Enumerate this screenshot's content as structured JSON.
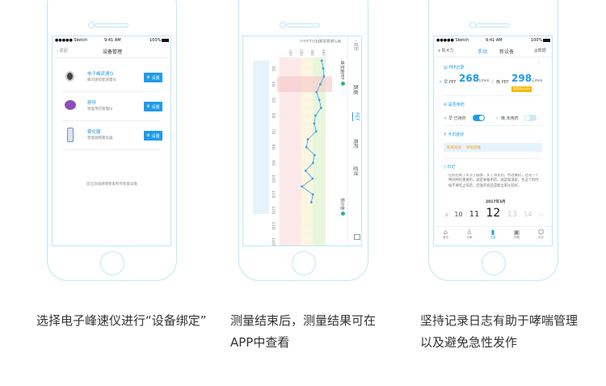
{
  "status_bar": {
    "carrier": "●●●●● Sketch",
    "time": "9:41 AM",
    "battery": "100%"
  },
  "screen1": {
    "back": "返回",
    "title": "设备管理",
    "devices": [
      {
        "name": "电子峰流速仪",
        "desc": "峰流速智能测量仪",
        "button": "设置",
        "icon": "peak-flow-meter",
        "color": "#444444"
      },
      {
        "name": "舒呼",
        "desc": "智能用药管理仪",
        "button": "设置",
        "icon": "inhaler-manager",
        "color": "#8a4fb8"
      },
      {
        "name": "雾化器",
        "desc": "智能微网雾化器",
        "button": "设置",
        "icon": "nebulizer",
        "color": "#7d8fb3"
      }
    ],
    "footer": "您已添加哮喘管家所有智能设备"
  },
  "screen2": {
    "back": "返回",
    "tabs": [
      "数据",
      "PEF",
      "用药",
      "症状"
    ],
    "active_tab": "PEF",
    "legend_measured": "峰流速PEF",
    "legend_predicted": "预计值",
    "chart_data": {
      "type": "line",
      "title": "呼气峰值流速PEF(L/min)",
      "y_ticks": [
        100,
        200,
        300,
        400
      ],
      "x_ticks": [
        "3日",
        "4日",
        "5日",
        "6日",
        "7日",
        "8日",
        "9日",
        "10日",
        "11日",
        "12日",
        "13日",
        "14日"
      ],
      "x_tick_days": [
        3,
        4,
        5,
        6,
        7,
        8,
        9,
        10,
        11,
        12,
        13,
        14
      ],
      "xlim": [
        2.5,
        14.5
      ],
      "ylim": [
        100,
        420
      ],
      "zones": [
        {
          "from": 300,
          "to": 420,
          "color": "#e8f7dc"
        },
        {
          "from": 200,
          "to": 300,
          "color": "#fdf6e0"
        },
        {
          "from": 0,
          "to": 200,
          "color": "#fde9e9"
        }
      ],
      "highlight_day": 4,
      "points": [
        [
          2.5,
          385
        ],
        [
          3,
          398
        ],
        [
          3.5,
          405
        ],
        [
          4,
          373
        ],
        [
          4.5,
          337
        ],
        [
          5,
          363
        ],
        [
          5.5,
          378
        ],
        [
          6,
          327
        ],
        [
          6.5,
          317
        ],
        [
          7,
          334
        ],
        [
          7.5,
          259
        ],
        [
          8,
          246
        ],
        [
          8.5,
          320
        ],
        [
          9,
          305
        ],
        [
          9.5,
          239
        ],
        [
          10,
          302
        ],
        [
          10.5,
          205
        ],
        [
          11,
          305
        ],
        [
          11.5,
          290
        ]
      ],
      "line_color": "#3aa0e8"
    }
  },
  "screen3": {
    "user": "陈大力",
    "tabs": [
      "手动",
      "新设备",
      "数据"
    ],
    "active_tab": "手动",
    "pef_section": "PEF记录",
    "morning_label": "早 PEF",
    "morning_value": "268",
    "unit": "L/min",
    "evening_label": "晚 PEF",
    "evening_value": "298",
    "variability_badge": "变异率≤20%",
    "med_section": "是否用药",
    "morning_med": "早 已用药",
    "morning_med_on": true,
    "evening_med": "晚 未用药",
    "evening_med_on": false,
    "symptom_section": "今日症状",
    "symptoms": [
      "咳嗽咳痰",
      "呼吸困难"
    ],
    "diary_section": "日记",
    "diary_text": "在药店除了买沙丁胺醇，买了消炎药，抗过敏药，还有一个特别特别重要的，就是要备用药，就是氨溴索，也这个的时候不要吃止咳药，后面的病还是能出来比较好。",
    "month": "2017年3月",
    "days": [
      "9",
      "10",
      "11",
      "12",
      "13",
      "14",
      "15"
    ],
    "selected_day": "12",
    "bottom_tabs": [
      {
        "label": "首页",
        "icon": "home"
      },
      {
        "label": "诊断",
        "icon": "doctor"
      },
      {
        "label": "记录",
        "icon": "clipboard"
      },
      {
        "label": "药箱",
        "icon": "medicine"
      },
      {
        "label": "社区",
        "icon": "chat"
      }
    ],
    "active_bottom": 2
  },
  "captions": [
    "选择电子峰速仪进行“设备绑定”",
    "测量结束后，测量结果可在APP中查看",
    "坚持记录日志有助于哮喘管理以及避免急性发作"
  ],
  "colors": {
    "accent": "#1e9be8",
    "frame": "#bfe7f3",
    "orange": "#f5a623"
  }
}
